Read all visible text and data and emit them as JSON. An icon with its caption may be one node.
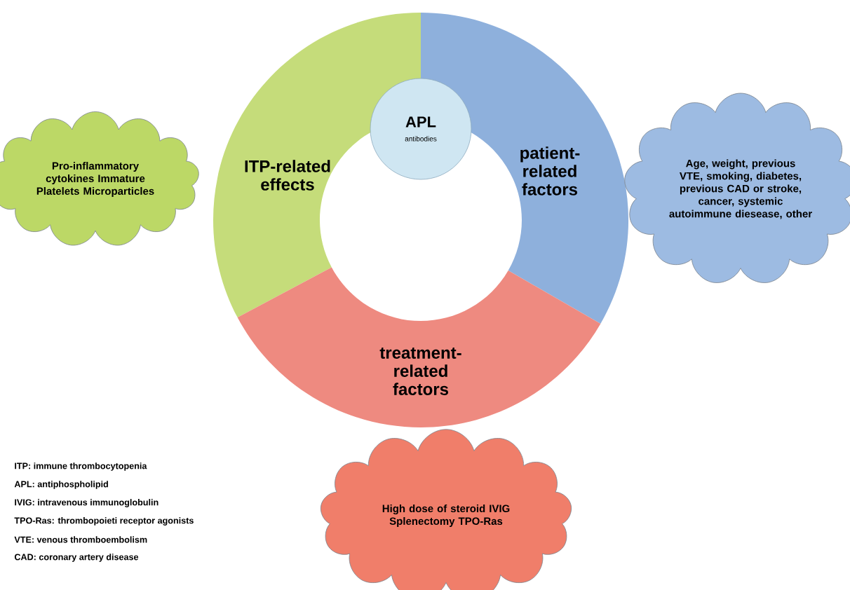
{
  "diagram": {
    "nodes": [
      {
        "text": [
          "ITP-related effects"
        ]
      },
      {
        "text": [
          "patient-related factors"
        ]
      },
      {
        "text": [
          "treatment-related factors"
        ]
      },
      {
        "text": [
          "APL",
          "antibodies"
        ]
      },
      {
        "text": [
          "Pro-inflammatory cytokines Immature Platelets Microparticles"
        ]
      },
      {
        "text": [
          "Age, weight, previous VTE, smoking, diabetes, previous CAD or stroke, cancer, systemic autoimmune diesease, other"
        ]
      },
      {
        "text": [
          "High dose of steroid IVIG Splenectomy TPO-Ras"
        ]
      }
    ],
    "labels": [
      "ITP: immune thrombocytopenia",
      "APL: antiphospholipid",
      "IVIG: intravenous immunoglobulin",
      "TPO-Ras: thrombopoieti receptor agonists",
      "VTE: venous thromboembolism",
      "CAD: coronary artery disease"
    ]
  }
}
